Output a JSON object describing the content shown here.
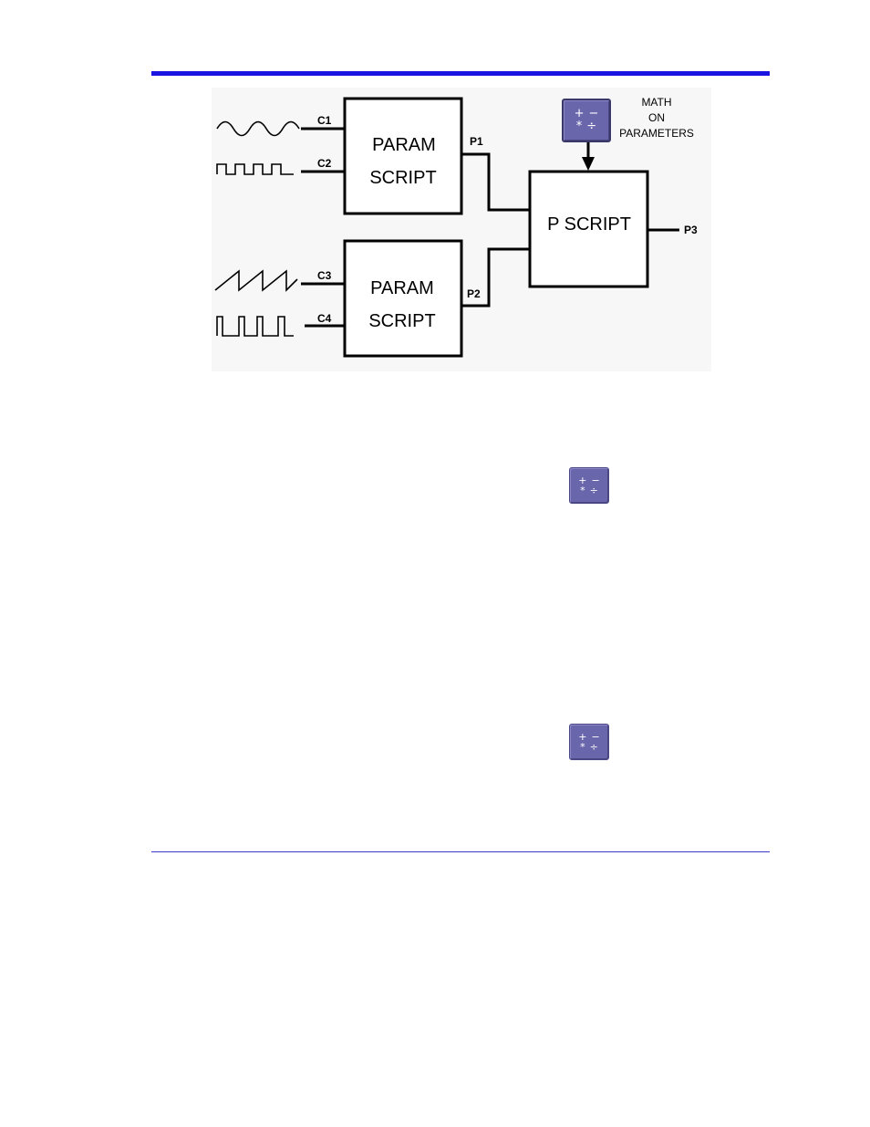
{
  "diagram": {
    "blocks": {
      "param_script_1": [
        "PARAM",
        "SCRIPT"
      ],
      "param_script_2": [
        "PARAM",
        "SCRIPT"
      ],
      "p_script": "P SCRIPT"
    },
    "inputs": {
      "c1": "C1",
      "c2": "C2",
      "c3": "C3",
      "c4": "C4"
    },
    "outputs": {
      "p1": "P1",
      "p2": "P2",
      "p3": "P3"
    },
    "math_label": [
      "MATH",
      "ON",
      "PARAMETERS"
    ],
    "math_key_symbols": {
      "plus": "+",
      "minus": "−",
      "times": "*",
      "divide": "÷"
    }
  },
  "colors": {
    "header_rule": "#1a14e0",
    "footer_rule": "#3a3acc",
    "math_key_bg": "#6a66ac"
  }
}
